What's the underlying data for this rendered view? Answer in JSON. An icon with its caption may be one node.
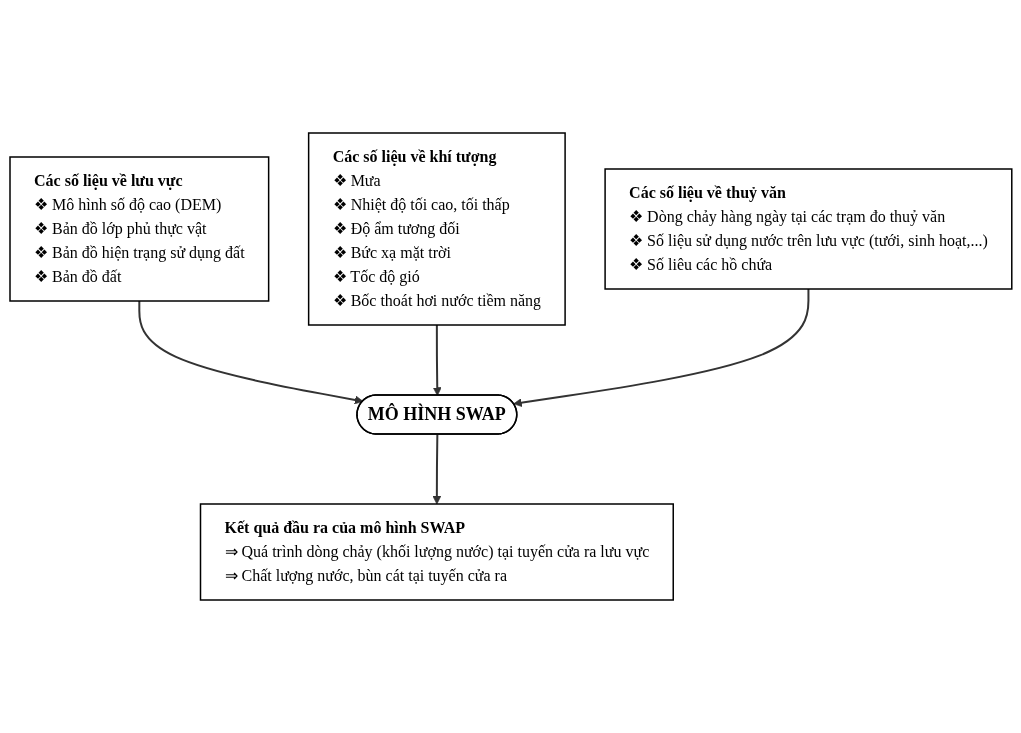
{
  "diagram": {
    "nodes": [
      {
        "text": [
          "Các số liệu về lưu vực",
          "❖ Mô hình số độ cao (DEM)",
          "❖ Bản đồ lớp phủ thực vật",
          "❖ Bản đồ hiện trạng sử dụng đất",
          "❖ Bản đồ đất"
        ]
      },
      {
        "text": [
          "Các số liệu về khí tượng",
          "❖ Mưa",
          "❖ Nhiệt độ tối cao, tối thấp",
          "❖ Độ ẩm tương đối",
          "❖ Bức xạ mặt trời",
          "❖ Tốc độ gió",
          "❖ Bốc thoát hơi nước tiềm năng"
        ]
      },
      {
        "text": [
          "Các số liệu về thuỷ văn",
          "❖ Dòng chảy hàng ngày tại các trạm đo thuỷ văn",
          "❖ Số liệu sử dụng nước trên lưu vực (tưới, sinh hoạt,...)",
          "❖ Số liêu các hồ chứa"
        ]
      },
      {
        "text": [
          "MÔ HÌNH SWAP"
        ]
      },
      {
        "text": [
          "Kết quả đầu ra của mô hình SWAP",
          "⇒ Quá trình dòng chảy (khối lượng nước) tại tuyến cửa ra lưu vực",
          "⇒ Chất lượng nước, bùn cát tại tuyến cửa ra"
        ]
      }
    ],
    "edges": [
      {
        "from": 0,
        "to": 3,
        "arrow": "to"
      },
      {
        "from": 1,
        "to": 3,
        "arrow": "to"
      },
      {
        "from": 2,
        "to": 3,
        "arrow": "to"
      },
      {
        "from": 3,
        "to": 4,
        "arrow": "to"
      }
    ]
  }
}
